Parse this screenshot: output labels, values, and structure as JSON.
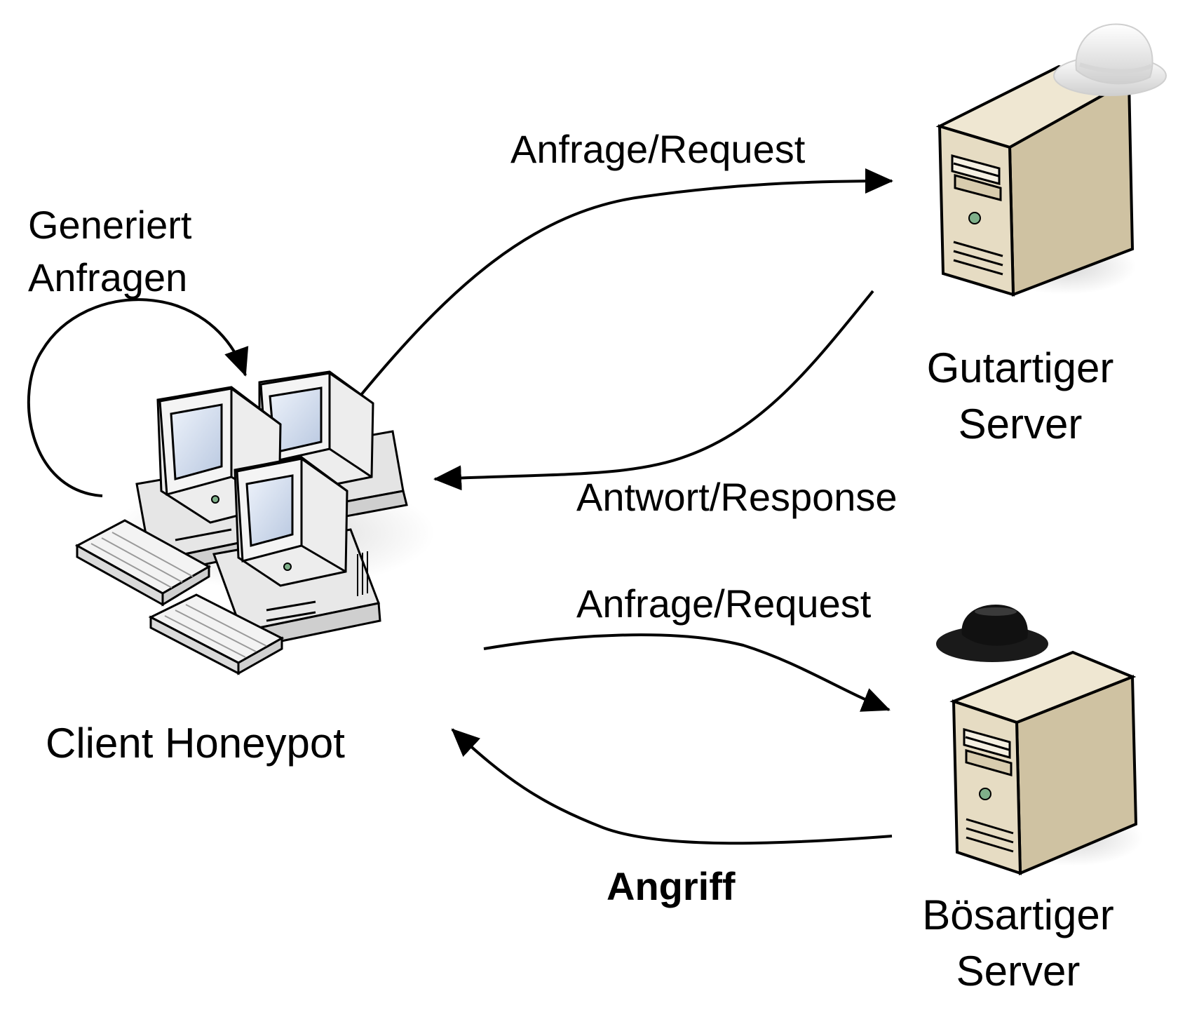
{
  "labels": {
    "generates_line1": "Generiert",
    "generates_line2": "Anfragen",
    "request_top": "Anfrage/Request",
    "response": "Antwort/Response",
    "request_bottom": "Anfrage/Request",
    "attack": "Angriff",
    "client": "Client Honeypot",
    "benign_line1": "Gutartiger",
    "benign_line2": "Server",
    "malicious_line1": "Bösartiger",
    "malicious_line2": "Server"
  },
  "colors": {
    "server_beige": "#e6dcc3",
    "server_side": "#cfc2a2",
    "pc_gray": "#e9e9e9",
    "screen_blue": "#d4dff0",
    "white_hat": "#f2f2f2",
    "black_hat": "#1a1a1a",
    "arrow": "#000000"
  },
  "icons": {
    "client": "client-computers-icon",
    "benign_server": "benign-server-icon",
    "malicious_server": "malicious-server-icon",
    "white_hat": "white-hat-icon",
    "black_hat": "black-hat-icon"
  }
}
